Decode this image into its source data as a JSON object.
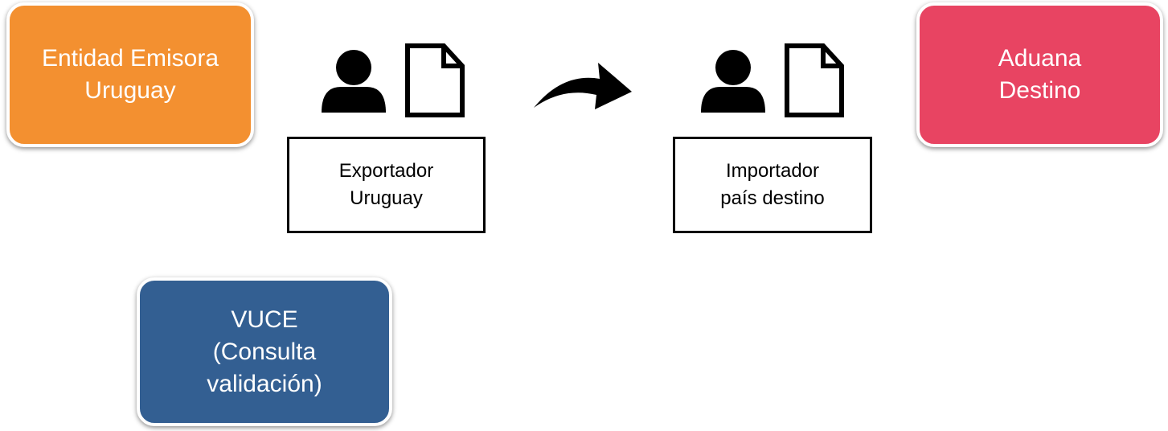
{
  "nodes": {
    "emisora": {
      "lines": [
        "Entidad Emisora",
        "Uruguay"
      ],
      "color": "#F39030"
    },
    "aduana": {
      "lines": [
        "Aduana",
        "Destino"
      ],
      "color": "#E84462"
    },
    "vuce": {
      "lines": [
        "VUCE",
        "(Consulta",
        "validación)"
      ],
      "color": "#335F92"
    },
    "exportador": {
      "lines": [
        "Exportador",
        "Uruguay"
      ]
    },
    "importador": {
      "lines": [
        "Importador",
        "país destino"
      ]
    }
  },
  "icons": {
    "exportador_person": "person-icon",
    "exportador_document": "document-icon",
    "flow_arrow": "curved-arrow-icon",
    "importador_person": "person-icon",
    "importador_document": "document-icon"
  }
}
